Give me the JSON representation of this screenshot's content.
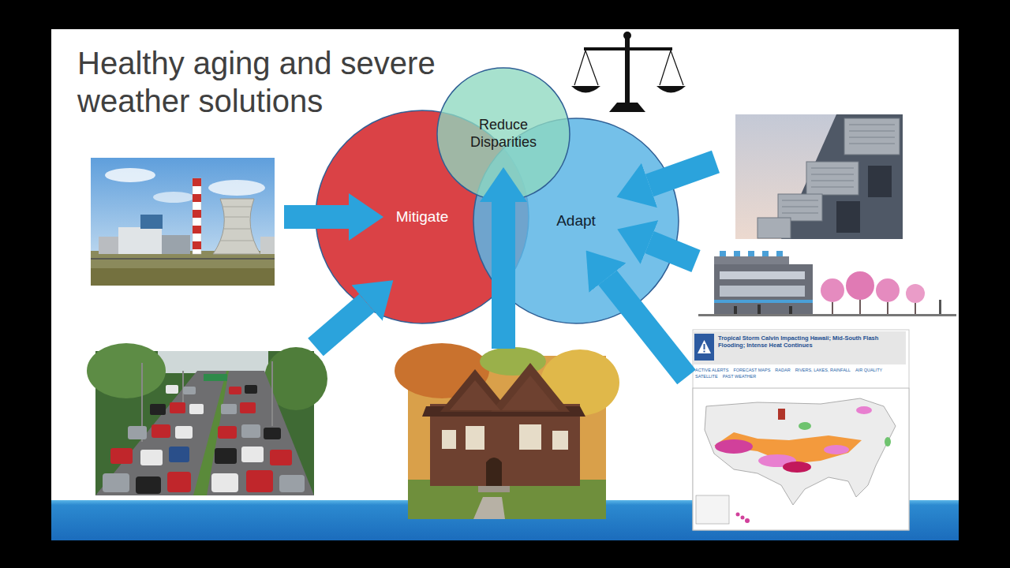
{
  "diagram": {
    "title": "Healthy aging and severe weather solutions",
    "nodes": [
      {
        "text": [
          "Reduce Disparities"
        ]
      },
      {
        "text": [
          "Mitigate"
        ]
      },
      {
        "text": [
          "Adapt"
        ]
      }
    ],
    "labels": [
      "Tropical Storm Calvin Impacting Hawaii; Mid-South Flash Flooding; Intense Heat Continues",
      "ACTIVE ALERTS",
      "FORECAST MAPS",
      "RADAR",
      "RIVERS, LAKES, RAINFALL",
      "AIR QUALITY",
      "SATELLITE",
      "PAST WEATHER"
    ]
  }
}
